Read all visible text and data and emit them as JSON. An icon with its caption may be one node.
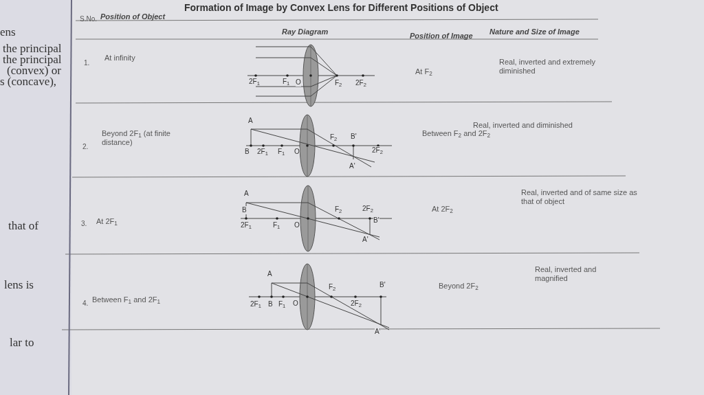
{
  "diagram": {
    "title": "Formation of Image by Convex Lens for Different Positions of Object",
    "labels": [
      "ens",
      "the principal",
      "the principal",
      "(convex) or",
      "s (concave),",
      "S.No.",
      "Position of Object",
      "Ray Diagram",
      "Position of Image",
      "Nature and Size of Image",
      "1.",
      "At infinity",
      "2F$_{1}$",
      "F$_{1}$",
      "O",
      "F$_{2}$",
      "2F$_{2}$",
      "At F$_{2}$",
      "Real, inverted and extremely diminished",
      "2.",
      "Beyond 2F$_{1}$ (at finite distance)",
      "A",
      "B",
      "2F$_{1}$",
      "F$_{1}$",
      "O",
      "F$_{2}$",
      "B'",
      "2F$_{2}$",
      "A'",
      "Between F$_{2}$ and 2F$_{2}$",
      "Real, inverted and diminished",
      "that of",
      "3.",
      "At 2F$_{1}$",
      "A",
      "B",
      "2F$_{1}$",
      "F$_{1}$",
      "O",
      "F$_{2}$",
      "2F$_{2}$",
      "B'",
      "A'",
      "At 2F$_{2}$",
      "Real, inverted and of same size as that of object",
      "lens is",
      "4.",
      "Between F$_{1}$ and 2F$_{1}$",
      "A",
      "2F$_{1}$",
      "B",
      "F$_{1}$",
      "O",
      "F$_{2}$",
      "2F$_{2}$",
      "B'",
      "A'",
      "Beyond 2F$_{2}$",
      "Real, inverted and magnified",
      "lar to"
    ]
  }
}
